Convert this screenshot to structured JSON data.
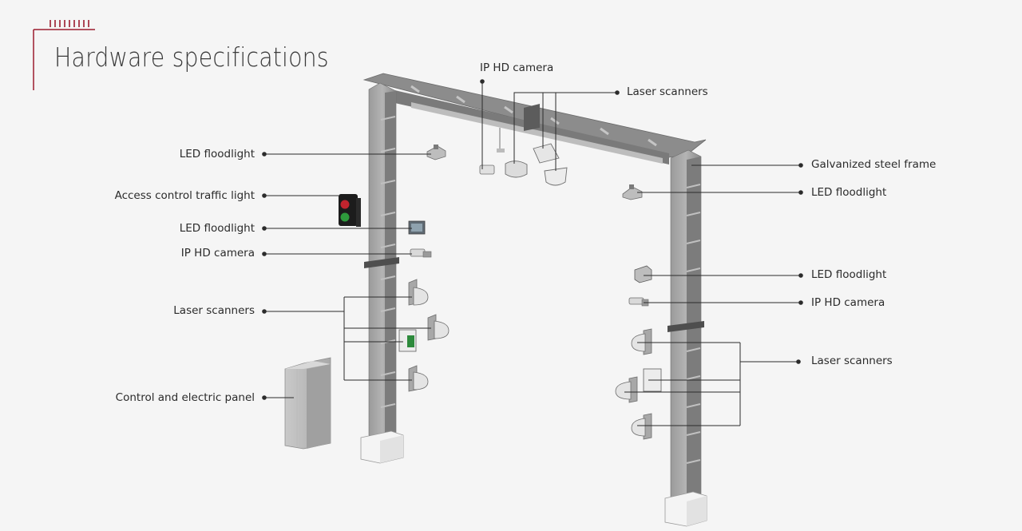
{
  "header": {
    "title": "Hardware specifications"
  },
  "colors": {
    "accent": "#9b1c2e",
    "frame": "#8c8c8c",
    "frame_dark": "#6e6e6e",
    "leader": "#2b2b2b"
  },
  "labels": {
    "led_floodlight_left_1": "LED floodlight",
    "traffic_light": "Access control traffic light",
    "led_floodlight_left_2": "LED floodlight",
    "ip_camera_left": "IP HD camera",
    "laser_scanners_left": "Laser scanners",
    "control_panel": "Control and electric panel",
    "ip_camera_top": "IP HD camera",
    "laser_scanners_top": "Laser scanners",
    "steel_frame": "Galvanized steel frame",
    "led_floodlight_right_1": "LED floodlight",
    "led_floodlight_right_2": "LED floodlight",
    "ip_camera_right": "IP HD camera",
    "laser_scanners_right": "Laser scanners"
  }
}
